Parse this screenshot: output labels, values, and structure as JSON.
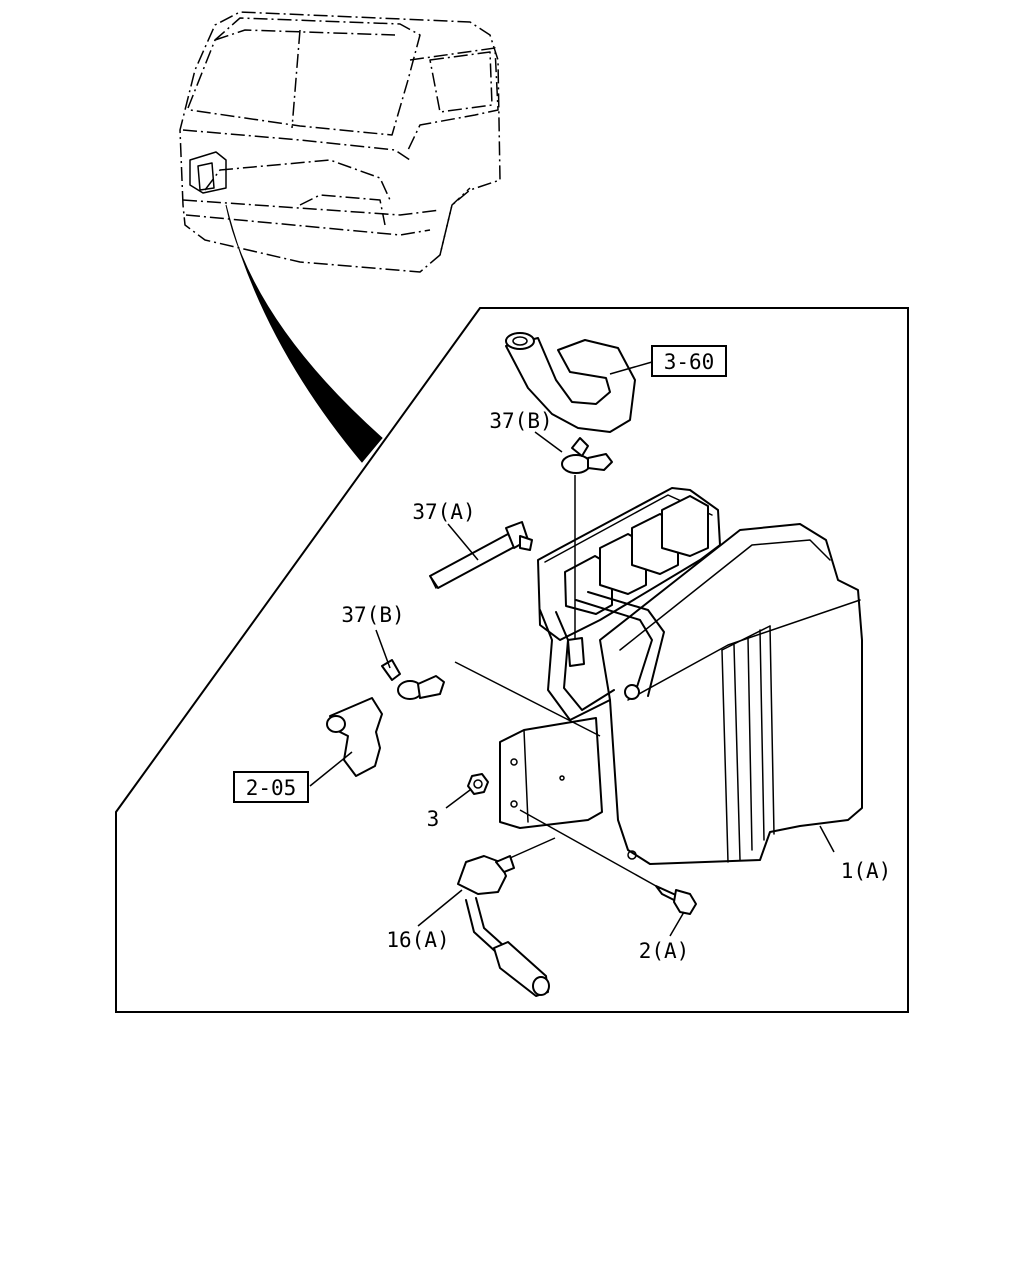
{
  "callouts": [
    {
      "id": "ref-3-60",
      "text": "3-60",
      "boxed": true
    },
    {
      "id": "ref-2-05",
      "text": "2-05",
      "boxed": true
    },
    {
      "id": "part-37b-top",
      "text": "37(B)",
      "boxed": false
    },
    {
      "id": "part-37a",
      "text": "37(A)",
      "boxed": false
    },
    {
      "id": "part-37b-left",
      "text": "37(B)",
      "boxed": false
    },
    {
      "id": "part-3",
      "text": "3",
      "boxed": false
    },
    {
      "id": "part-1a",
      "text": "1(A)",
      "boxed": false
    },
    {
      "id": "part-16a",
      "text": "16(A)",
      "boxed": false
    },
    {
      "id": "part-2a",
      "text": "2(A)",
      "boxed": false
    }
  ]
}
